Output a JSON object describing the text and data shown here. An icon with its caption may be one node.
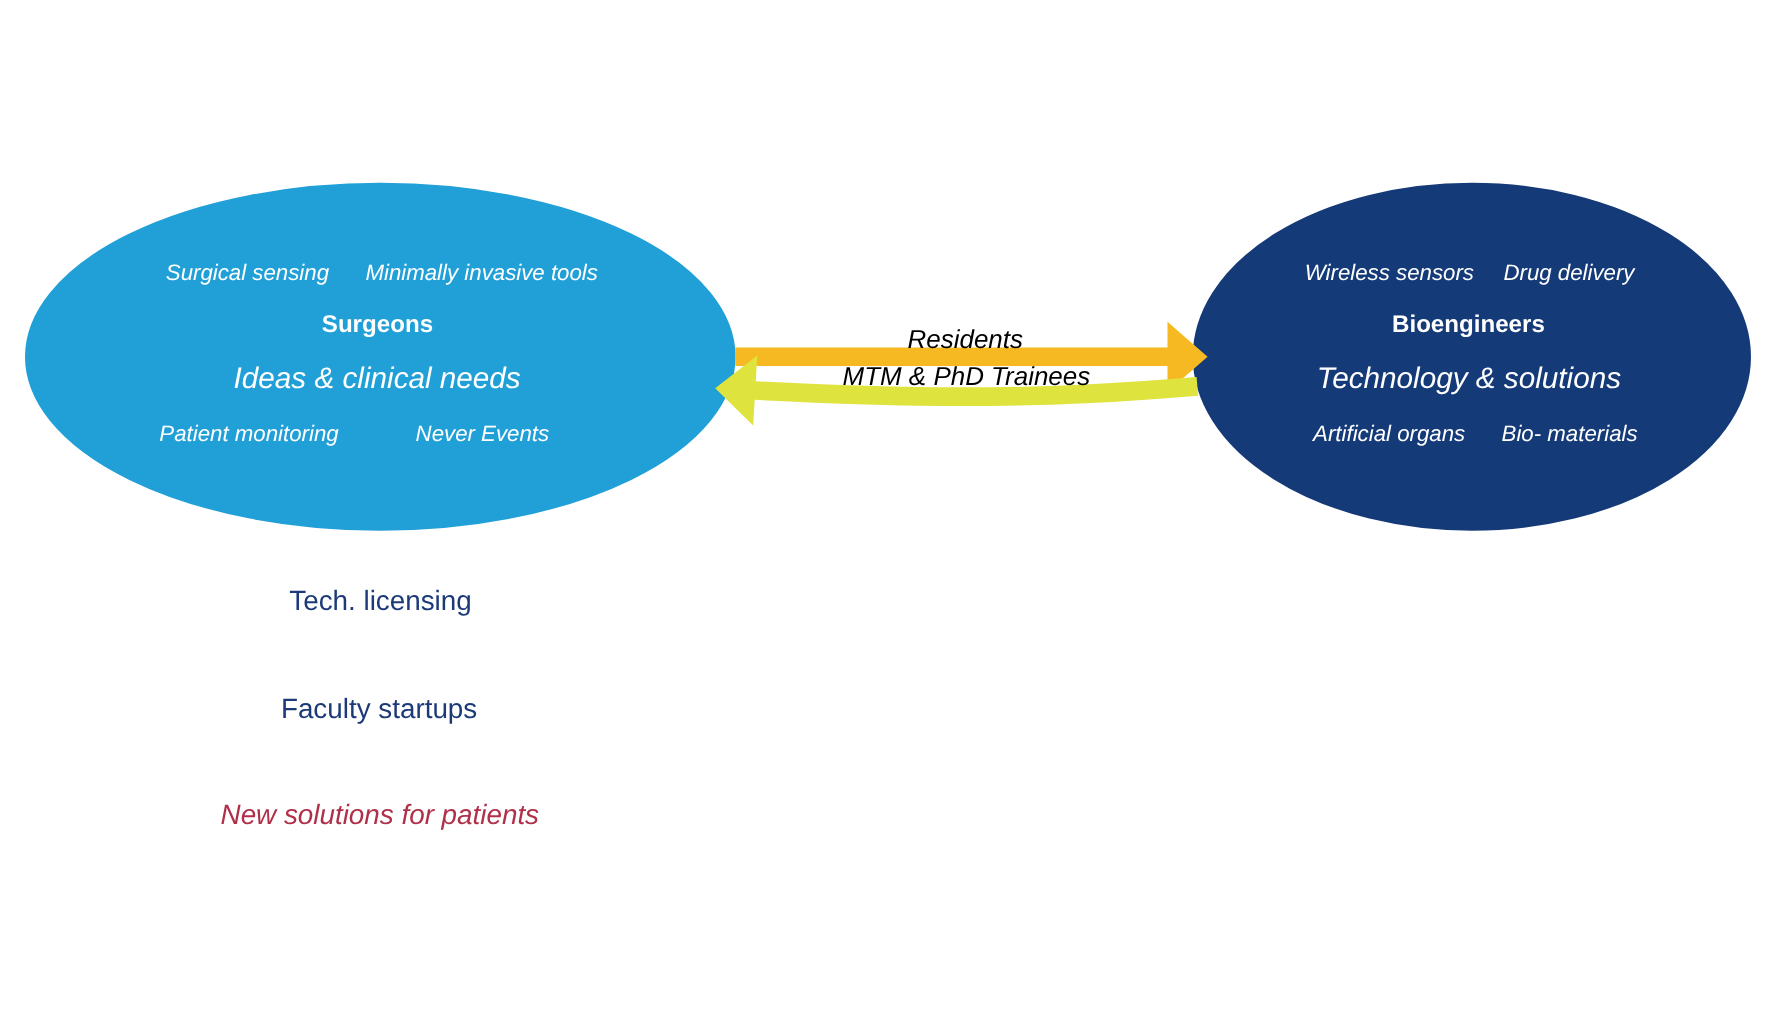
{
  "diagram": {
    "nodes": [
      {
        "text": [
          "Surgical sensing",
          "Minimally invasive tools",
          "Surgeons",
          "Ideas & clinical needs",
          "Patient monitoring",
          "Never Events"
        ]
      },
      {
        "text": [
          "Wireless sensors",
          "Drug delivery",
          "Bioengineers",
          "Technology & solutions",
          "Artificial organs",
          "Bio- materials"
        ]
      }
    ],
    "edges": [
      {
        "from": 0,
        "to": 1,
        "arrow": "to",
        "label": "Residents",
        "color": "#f6b922"
      },
      {
        "from": 1,
        "to": 0,
        "arrow": "to",
        "label": "MTM & PhD Trainees",
        "color": "#dfe33d"
      }
    ],
    "labels": [
      "Tech. licensing",
      "Faculty startups",
      "New solutions for patients"
    ]
  }
}
